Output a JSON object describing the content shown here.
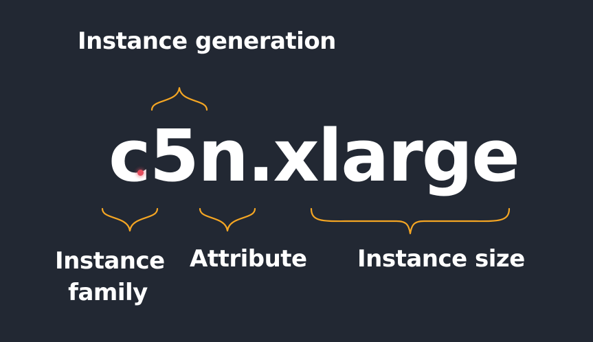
{
  "diagram": {
    "main_text": "c5n.xlarge",
    "labels": {
      "generation": "Instance generation",
      "family": "Instance family",
      "attribute": "Attribute",
      "size": "Instance size"
    },
    "colors": {
      "background": "#222833",
      "text": "#ffffff",
      "brace": "#F5A623"
    }
  }
}
